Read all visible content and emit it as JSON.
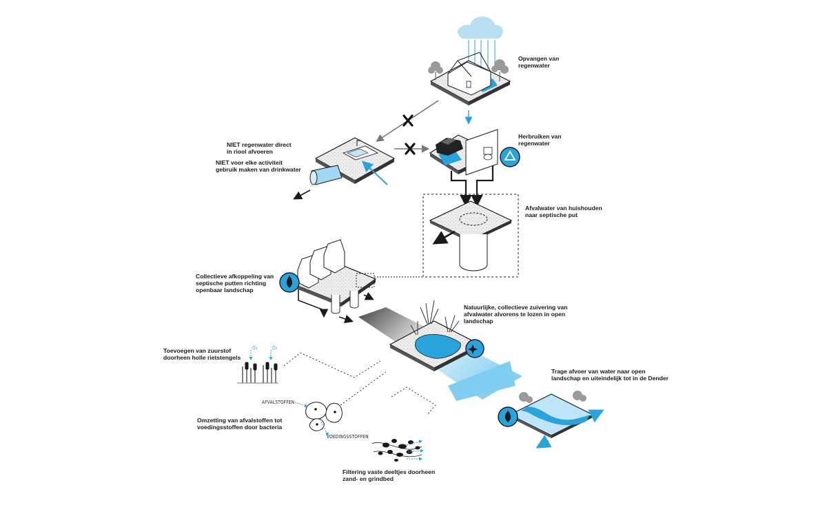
{
  "labels": {
    "opvangen": [
      "Opvangen van",
      "regenwater"
    ],
    "herbruiken": [
      "Herbruiken van",
      "regenwater"
    ],
    "niet_riool": [
      "NIET regenwater direct",
      " in riool afvoeren"
    ],
    "niet_drinkwater": [
      "NIET voor elke activiteit",
      "gebruik maken van drinkwater"
    ],
    "septische_put": [
      "Afvalwater van huishouden",
      "naar septische put"
    ],
    "collectieve": [
      "Collectieve afkoppeling van",
      "septische putten richting",
      "openbaar landschap"
    ],
    "zuivering": [
      "Natuurlijke, collectieve zuivering van",
      "afvalwater alvorens te lozen in open",
      "landschap"
    ],
    "zuurstof": [
      "Toevoegen van zuurstof",
      "doorheen holle rietstengels"
    ],
    "omzetting": [
      "Omzetting van afvalstoffen tot",
      "voedingsstoffen door bacteria"
    ],
    "filtering": [
      "Filtering vaste deeltjes doorheen",
      "zand- en grindbed"
    ],
    "trage_afvoer": [
      "Trage afvoer van water naar open",
      "landschap en uiteindelijk tot in de Dender"
    ]
  },
  "captions": {
    "afvalstoffen": "AFVALSTOFFEN",
    "voedingsstoffen": "VOEDINGSSTOFFEN",
    "o2": "O₂"
  },
  "colors": {
    "water": "#29a3dc",
    "light_water": "#9ed8f3",
    "ink": "#1a1a1a",
    "grey": "#777777"
  },
  "icons": [
    "cloud-icon",
    "recycle-icon",
    "water-drop-house-icon",
    "sparkle-icon",
    "water-drop-icon",
    "cross-icon"
  ]
}
